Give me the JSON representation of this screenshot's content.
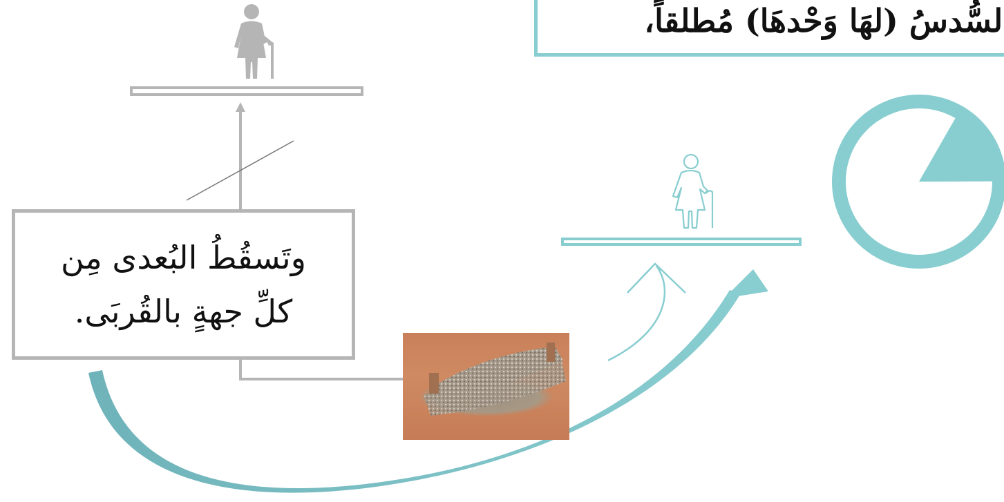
{
  "top_box": {
    "text": "السُّدسُ (لهَا وَحْدهَا) مُطلقاً،"
  },
  "rule_box": {
    "line1": "وتَسقُطُ البُعدى مِن",
    "line2": "كلِّ جهةٍ بالقُربَى."
  },
  "pie": {
    "fraction": 0.1667,
    "color": "#88cdd0"
  },
  "colors": {
    "teal": "#88cdd0",
    "gray": "#b5b5b5",
    "dark_teal": "#6fb8bf"
  },
  "icons": {
    "far_grandmother": "grandmother-gray-icon",
    "near_grandmother": "grandmother-teal-outline-icon",
    "grave_photo": "grave-image"
  }
}
